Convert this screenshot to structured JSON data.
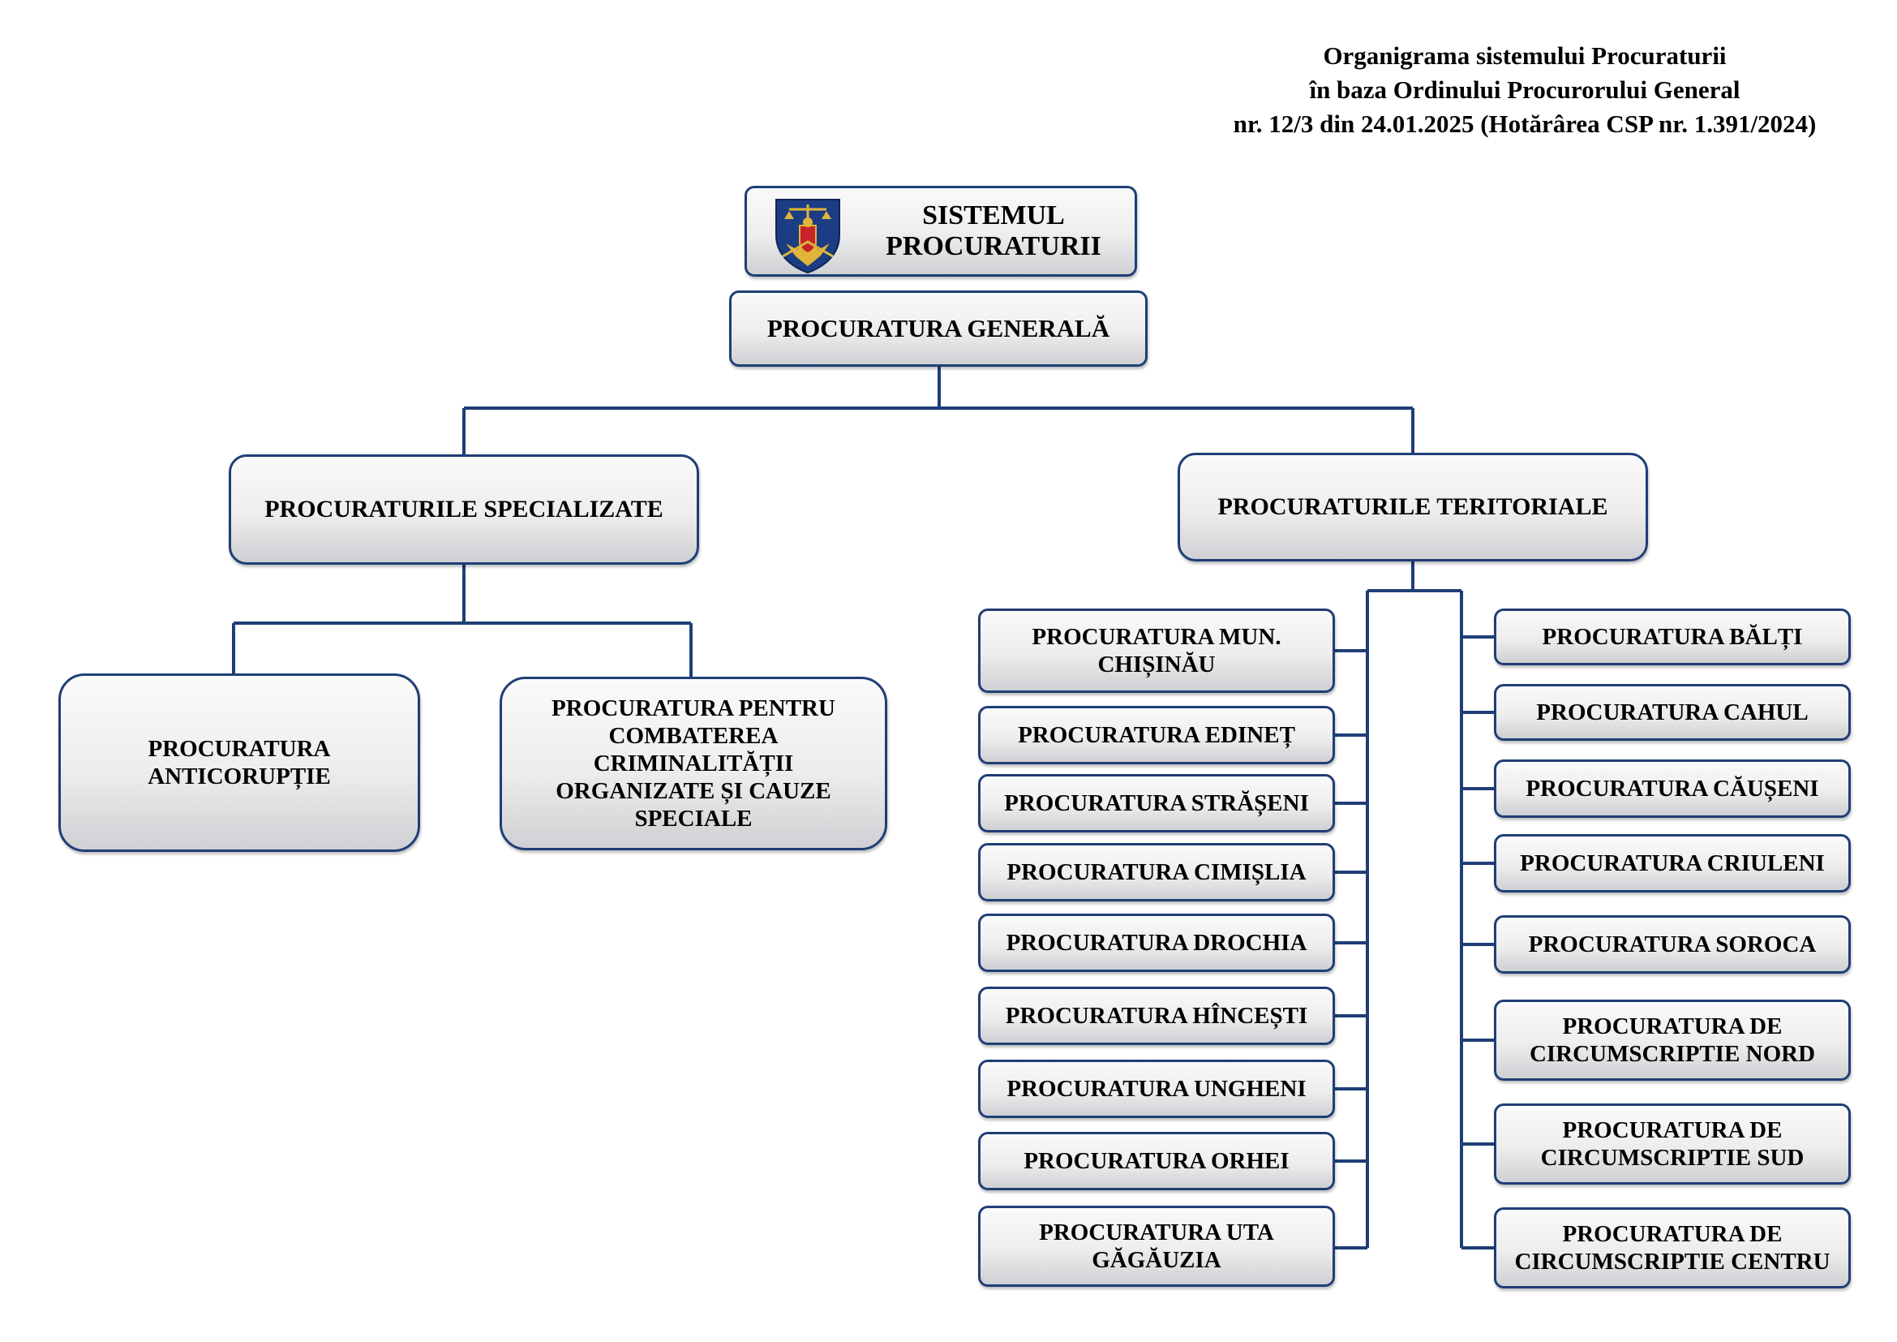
{
  "header": {
    "line1": "Organigrama sistemului Procuraturii",
    "line2": "în baza Ordinului Procurorului General",
    "line3": "nr. 12/3 din 24.01.2025 (Hotărârea CSP nr. 1.391/2024)"
  },
  "colors": {
    "border": "#1f3e77",
    "connector": "#1f3e77"
  },
  "root": {
    "label": "SISTEMUL\nPROCURATURII",
    "icon": "coat-of-arms-icon"
  },
  "general": {
    "label": "PROCURATURA GENERALĂ"
  },
  "specialized": {
    "label": "PROCURATURILE SPECIALIZATE",
    "children": [
      "PROCURATURA\nANTICORUPȚIE",
      "PROCURATURA PENTRU\nCOMBATEREA\nCRIMINALITĂȚII\nORGANIZATE ȘI CAUZE\nSPECIALE"
    ]
  },
  "territorial": {
    "label": "PROCURATURILE TERITORIALE",
    "left": [
      "PROCURATURA MUN.\nCHIȘINĂU",
      "PROCURATURA EDINEȚ",
      "PROCURATURA STRĂȘENI",
      "PROCURATURA CIMIȘLIA",
      "PROCURATURA DROCHIA",
      "PROCURATURA HÎNCEȘTI",
      "PROCURATURA UNGHENI",
      "PROCURATURA ORHEI",
      "PROCURATURA UTA\nGĂGĂUZIA"
    ],
    "right": [
      "PROCURATURA BĂLȚI",
      "PROCURATURA CAHUL",
      "PROCURATURA CĂUȘENI",
      "PROCURATURA CRIULENI",
      "PROCURATURA SOROCA",
      "PROCURATURA DE\nCIRCUMSCRIPTIE NORD",
      "PROCURATURA DE\nCIRCUMSCRIPTIE SUD",
      "PROCURATURA DE\nCIRCUMSCRIPTIE CENTRU"
    ]
  }
}
